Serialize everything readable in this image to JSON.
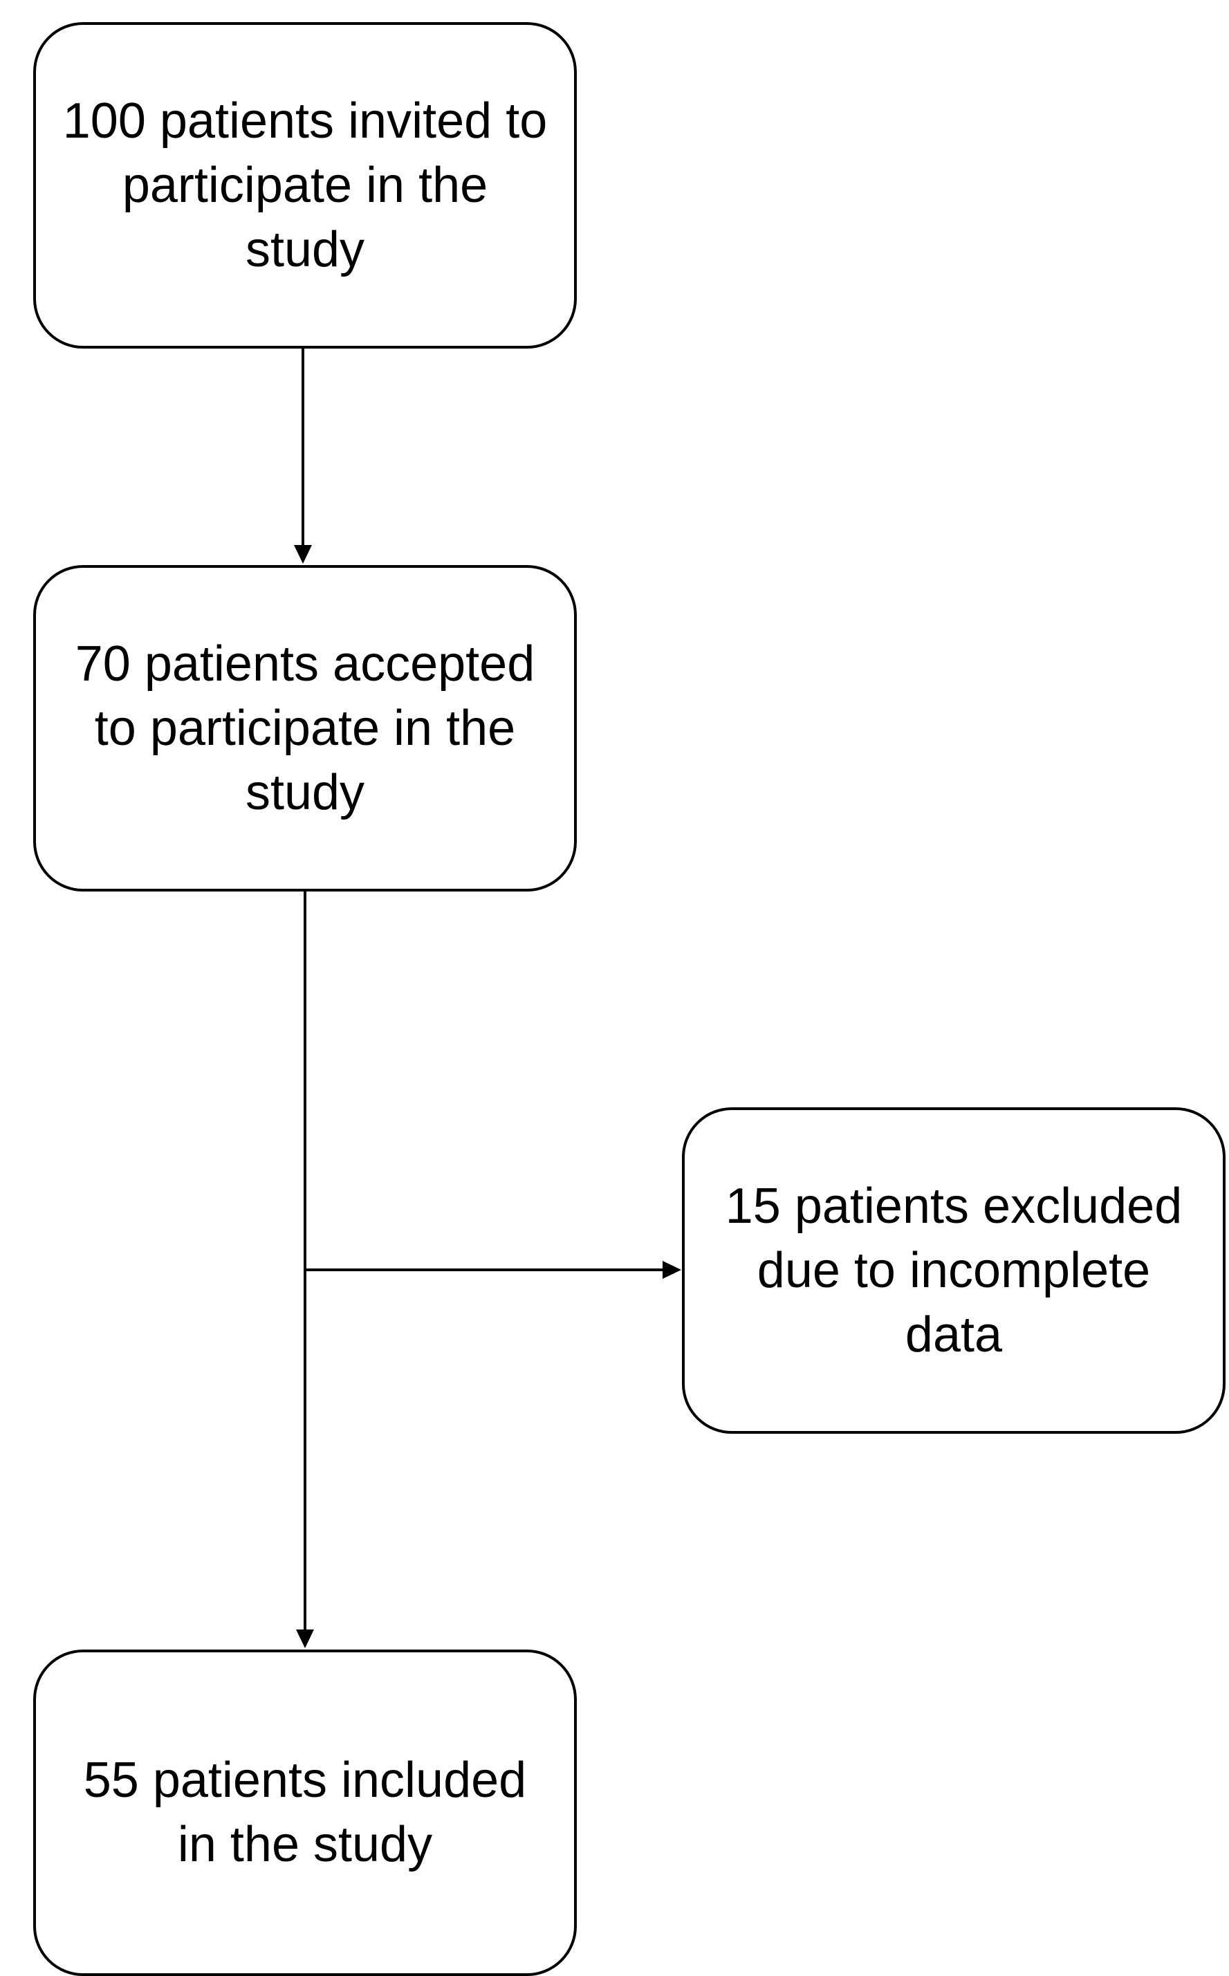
{
  "nodes": {
    "invited": {
      "text": "100 patients invited to\nparticipate in the\nstudy"
    },
    "accepted": {
      "text": "70 patients accepted\nto participate in the\nstudy"
    },
    "excluded": {
      "text": "15 patients excluded\ndue to incomplete\ndata"
    },
    "included": {
      "text": "55 patients included\nin the study"
    }
  },
  "edges": [
    {
      "from": "invited",
      "to": "accepted"
    },
    {
      "from": "accepted",
      "to": "excluded"
    },
    {
      "from": "accepted",
      "to": "included"
    }
  ],
  "colors": {
    "stroke": "#000000",
    "fill": "#ffffff"
  }
}
